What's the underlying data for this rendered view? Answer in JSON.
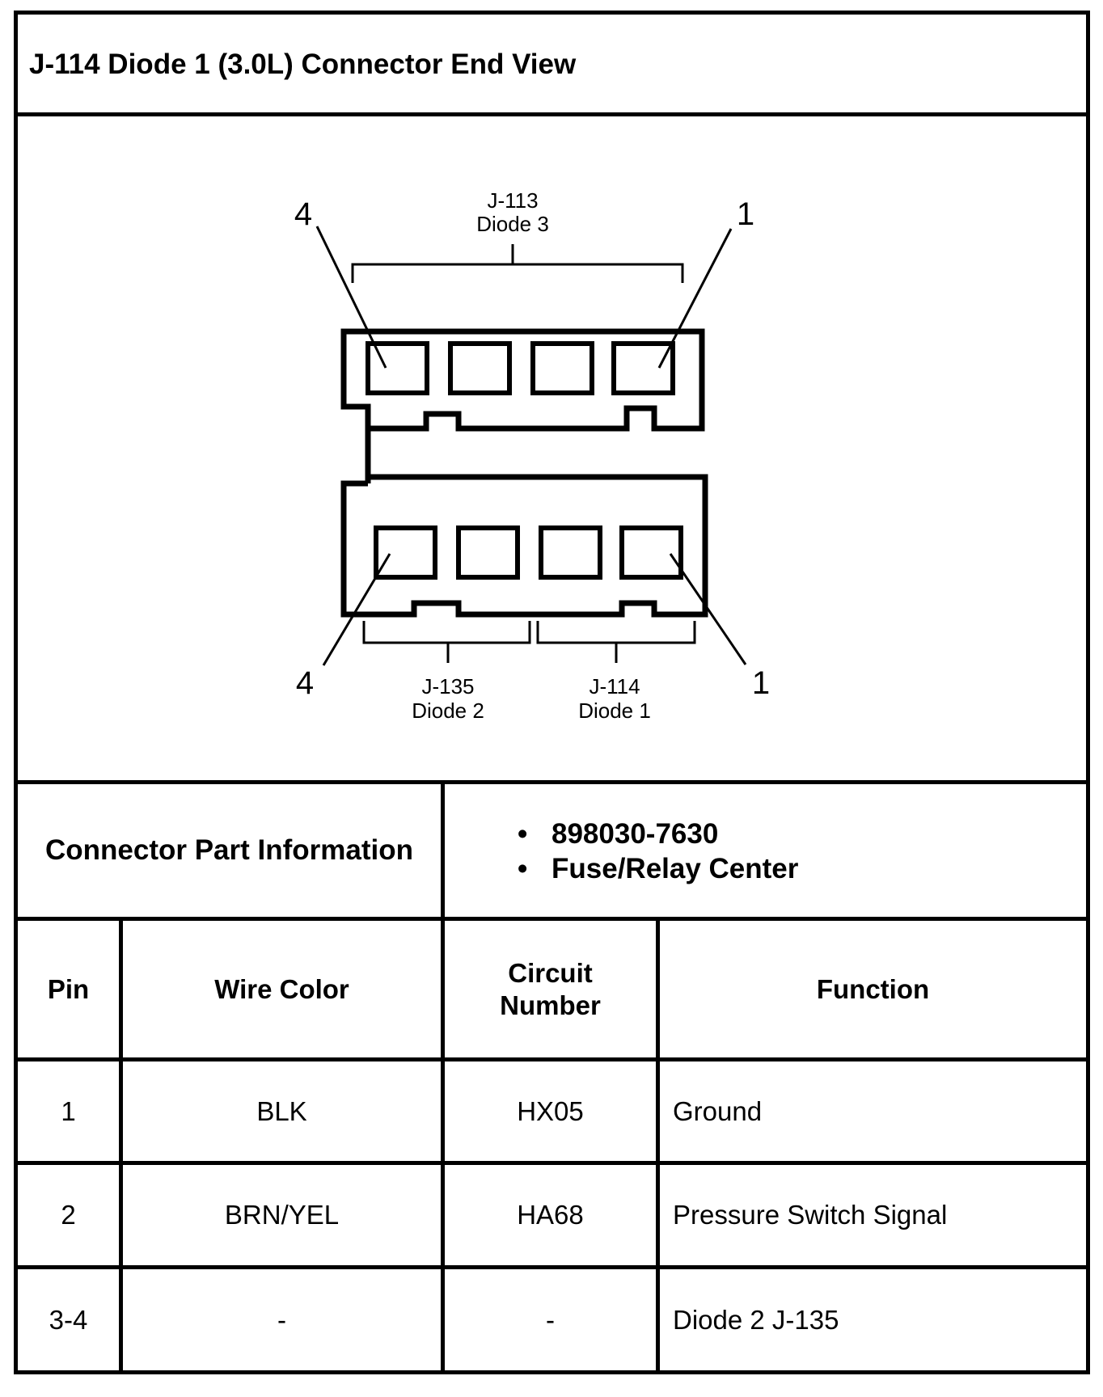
{
  "title": "J-114 Diode 1 (3.0L) Connector End View",
  "diagram": {
    "top_label_line1": "J-113",
    "top_label_line2": "Diode 3",
    "top_pin_left": "4",
    "top_pin_right": "1",
    "bottom_pin_left": "4",
    "bottom_pin_right": "1",
    "bottom_left_label_line1": "J-135",
    "bottom_left_label_line2": "Diode 2",
    "bottom_right_label_line1": "J-114",
    "bottom_right_label_line2": "Diode 1"
  },
  "part_info": {
    "label": "Connector Part Information",
    "items": [
      "898030-7630",
      "Fuse/Relay Center"
    ]
  },
  "table": {
    "headers": {
      "pin": "Pin",
      "wire_color": "Wire Color",
      "circuit_line1": "Circuit",
      "circuit_line2": "Number",
      "function": "Function"
    },
    "rows": [
      {
        "pin": "1",
        "wire_color": "BLK",
        "circuit": "HX05",
        "function": "Ground"
      },
      {
        "pin": "2",
        "wire_color": "BRN/YEL",
        "circuit": "HA68",
        "function": "Pressure Switch Signal"
      },
      {
        "pin": "3-4",
        "wire_color": "-",
        "circuit": "-",
        "function": "Diode 2 J-135"
      }
    ]
  }
}
